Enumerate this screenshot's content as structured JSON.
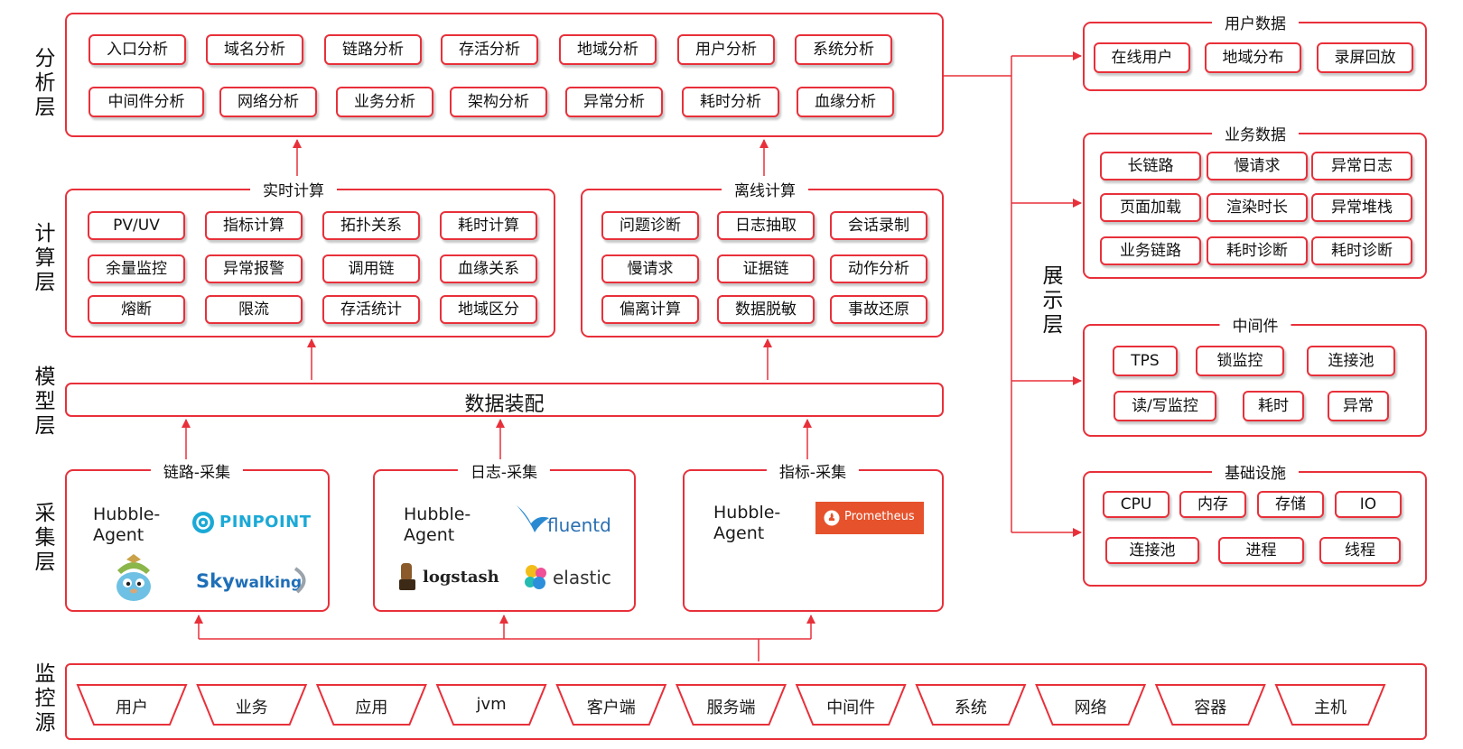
{
  "layer_labels": {
    "analysis": "分析层",
    "compute": "计算层",
    "model": "模型层",
    "collect": "采集层",
    "source": "监控源",
    "display": "展示层"
  },
  "analysis": {
    "items": [
      "入口分析",
      "域名分析",
      "链路分析",
      "存活分析",
      "地域分析",
      "用户分析",
      "系统分析",
      "中间件分析",
      "网络分析",
      "业务分析",
      "架构分析",
      "异常分析",
      "耗时分析",
      "血缘分析"
    ]
  },
  "realtime": {
    "title": "实时计算",
    "items": [
      "PV/UV",
      "指标计算",
      "拓扑关系",
      "耗时计算",
      "余量监控",
      "异常报警",
      "调用链",
      "血缘关系",
      "熔断",
      "限流",
      "存活统计",
      "地域区分"
    ]
  },
  "offline": {
    "title": "离线计算",
    "items": [
      "问题诊断",
      "日志抽取",
      "会话录制",
      "慢请求",
      "证据链",
      "动作分析",
      "偏离计算",
      "数据脱敏",
      "事故还原"
    ]
  },
  "model": {
    "title": "数据装配"
  },
  "collect": {
    "trace": {
      "title": "链路-采集",
      "hubble_line1": "Hubble-",
      "hubble_line2": "Agent",
      "pinpoint": "PINPOINT",
      "skywalking_a": "Sky",
      "skywalking_b": "walking"
    },
    "log": {
      "title": "日志-采集",
      "hubble_line1": "Hubble-",
      "hubble_line2": "Agent",
      "fluentd": "fluentd",
      "logstash": "logstash",
      "elastic": "elastic"
    },
    "metric": {
      "title": "指标-采集",
      "hubble_line1": "Hubble-",
      "hubble_line2": "Agent",
      "prometheus": "Prometheus"
    }
  },
  "sources": [
    "用户",
    "业务",
    "应用",
    "jvm",
    "客户端",
    "服务端",
    "中间件",
    "系统",
    "网络",
    "容器",
    "主机"
  ],
  "display": {
    "user_data": {
      "title": "用户数据",
      "items": [
        "在线用户",
        "地域分布",
        "录屏回放"
      ]
    },
    "biz_data": {
      "title": "业务数据",
      "items": [
        "长链路",
        "慢请求",
        "异常日志",
        "页面加载",
        "渲染时长",
        "异常堆栈",
        "业务链路",
        "耗时诊断",
        "耗时诊断"
      ]
    },
    "middleware": {
      "title": "中间件",
      "items": [
        "TPS",
        "锁监控",
        "连接池",
        "读/写监控",
        "耗时",
        "异常"
      ]
    },
    "infra": {
      "title": "基础设施",
      "items": [
        "CPU",
        "内存",
        "存储",
        "IO",
        "连接池",
        "进程",
        "线程"
      ]
    }
  },
  "colors": {
    "accent": "#e8303a"
  },
  "icons": [
    "pinpoint-icon",
    "gopher-mascot-icon",
    "fluentd-icon",
    "logstash-icon",
    "elastic-icon",
    "prometheus-icon"
  ]
}
